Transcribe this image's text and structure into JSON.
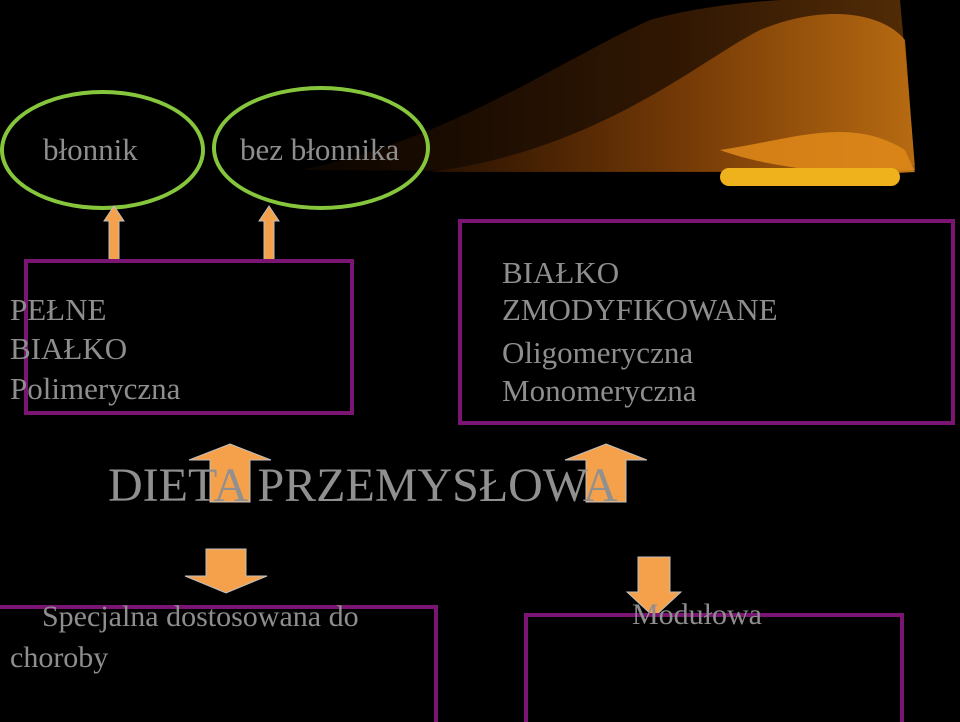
{
  "diagram": {
    "ovals": {
      "fiber": "błonnik",
      "no_fiber": "bez błonnika"
    },
    "full_protein": {
      "line1": "PEŁNE",
      "line2": "BIAŁKO",
      "line3": "Polimeryczna"
    },
    "modified_protein": {
      "line1": "BIAŁKO",
      "line2": "ZMODYFIKOWANE",
      "line3": "Oligomeryczna",
      "line4": "Monomeryczna"
    },
    "center_title": "DIETA PRZEMYSŁOWA",
    "special": {
      "line1": "Specjalna dostosowana do",
      "line2": "choroby"
    },
    "modular": "Modułowa"
  },
  "colors": {
    "background": "#000000",
    "text": "#8e8e8e",
    "oval_border": "#86c63d",
    "box_border": "#7b1573",
    "arrow_fill": "#f5a04b",
    "swoosh": "#c9700f"
  },
  "icons": {
    "up_arrow": "up-arrow-icon",
    "down_arrow": "down-arrow-icon",
    "block_up_arrow": "block-up-arrow-icon",
    "block_down_arrow": "block-down-arrow-icon"
  }
}
